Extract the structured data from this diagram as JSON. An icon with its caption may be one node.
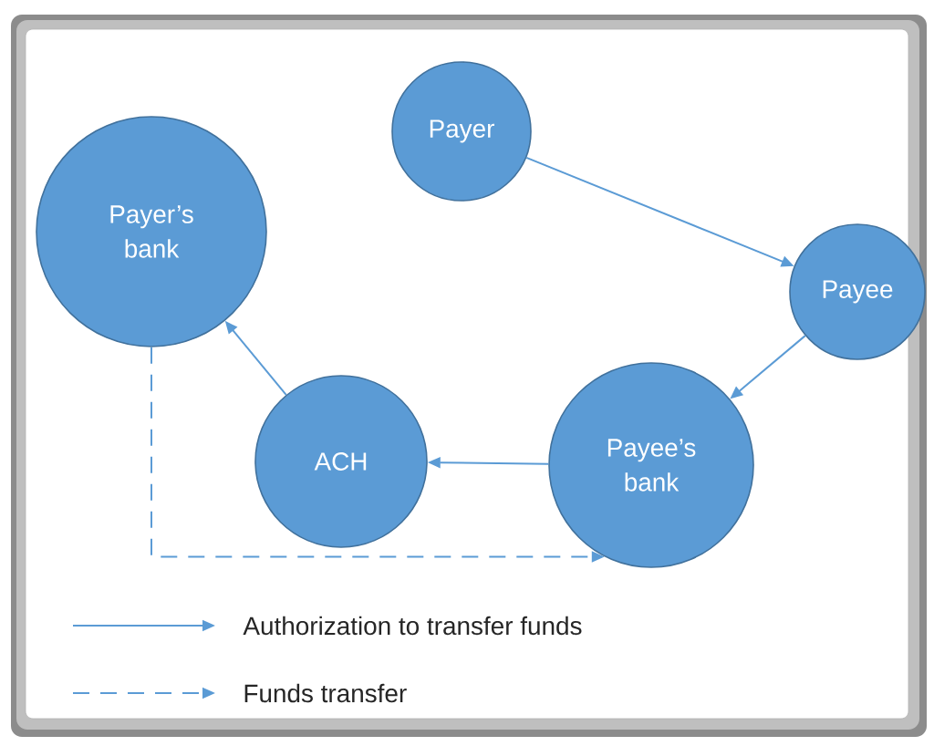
{
  "diagram": {
    "nodes": [
      {
        "text": [
          "Payer’s bank"
        ]
      },
      {
        "text": [
          "Payer"
        ]
      },
      {
        "text": [
          "Payee"
        ]
      },
      {
        "text": [
          "ACH"
        ]
      },
      {
        "text": [
          "Payee’s bank"
        ]
      }
    ],
    "edges": [
      {
        "from": 1,
        "to": 2,
        "arrow": "to"
      },
      {
        "from": 2,
        "to": 4,
        "arrow": "to"
      },
      {
        "from": 4,
        "to": 3,
        "arrow": "to"
      },
      {
        "from": 3,
        "to": 0,
        "arrow": "to"
      },
      {
        "from": 0,
        "to": 4,
        "arrow": "to",
        "style": "dashed"
      }
    ],
    "legend": [
      {
        "text": "Authorization to transfer funds"
      },
      {
        "text": "Funds transfer"
      }
    ]
  }
}
